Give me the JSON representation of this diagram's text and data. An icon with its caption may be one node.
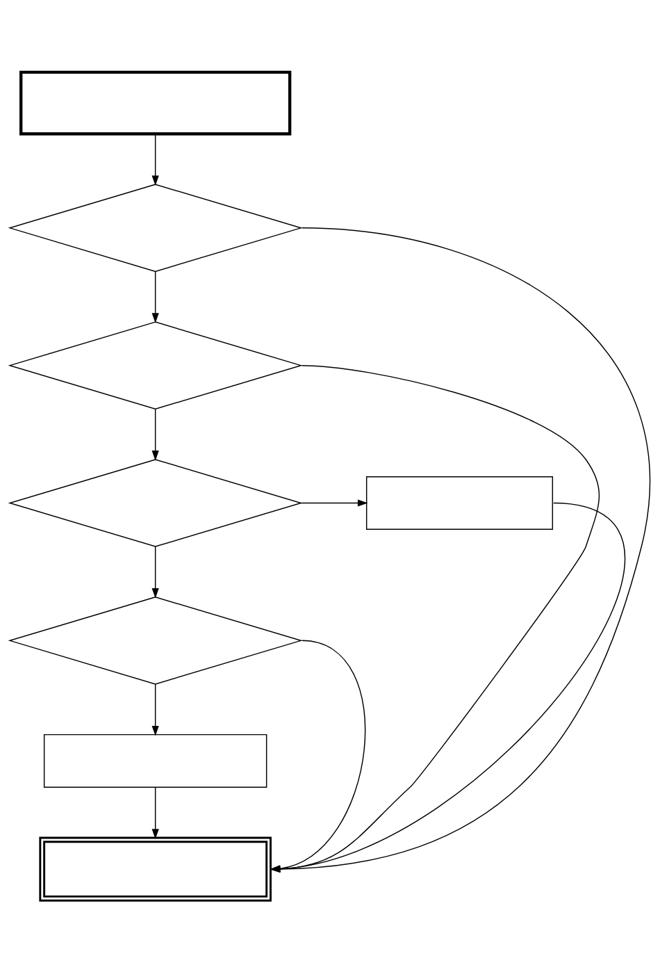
{
  "diagram": {
    "nodes": [
      {
        "text": [],
        "shape": "box"
      },
      {
        "text": [],
        "shape": "diamond"
      },
      {
        "text": [],
        "shape": "diamond"
      },
      {
        "text": [],
        "shape": "diamond"
      },
      {
        "text": [],
        "shape": "box"
      },
      {
        "text": [],
        "shape": "diamond"
      },
      {
        "text": [],
        "shape": "box"
      },
      {
        "text": [],
        "shape": "box"
      }
    ],
    "edges": [
      {
        "from": 0,
        "to": 1,
        "arrow": "to"
      },
      {
        "from": 1,
        "to": 2,
        "arrow": "to"
      },
      {
        "from": 2,
        "to": 3,
        "arrow": "to"
      },
      {
        "from": 3,
        "to": 4,
        "arrow": "to"
      },
      {
        "from": 3,
        "to": 5,
        "arrow": "to"
      },
      {
        "from": 5,
        "to": 6,
        "arrow": "to"
      },
      {
        "from": 6,
        "to": 7,
        "arrow": "to"
      },
      {
        "from": 1,
        "to": 7,
        "arrow": "to"
      },
      {
        "from": 2,
        "to": 7,
        "arrow": "to"
      },
      {
        "from": 4,
        "to": 7,
        "arrow": "to"
      },
      {
        "from": 5,
        "to": 7,
        "arrow": "to"
      }
    ]
  }
}
